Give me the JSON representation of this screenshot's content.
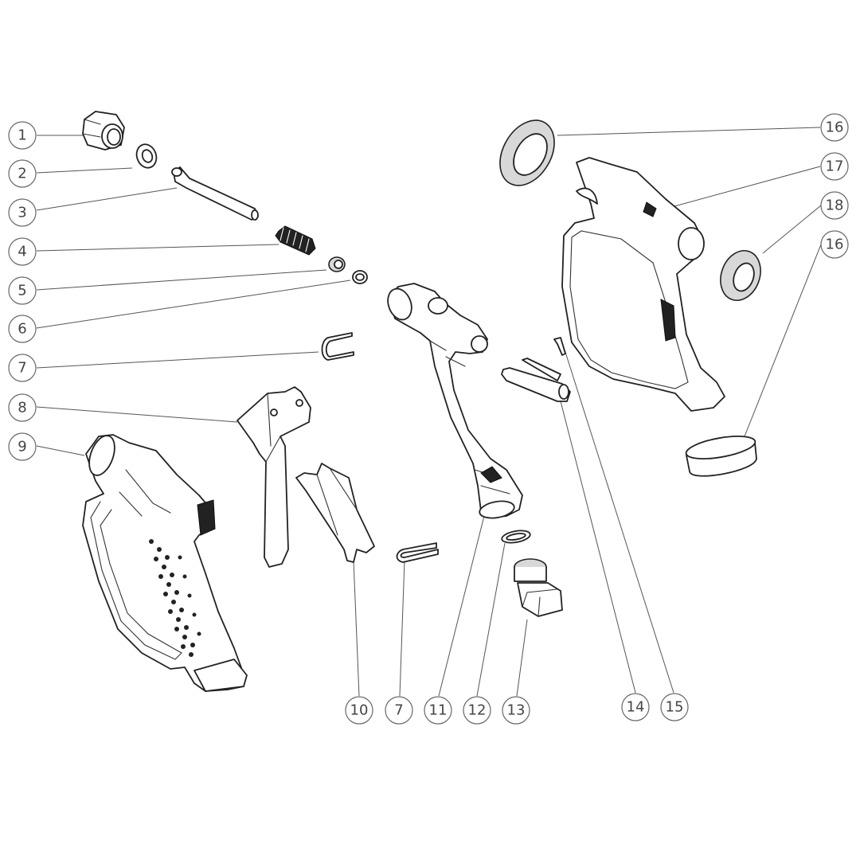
{
  "callouts": [
    {
      "id": "c1",
      "label": "1"
    },
    {
      "id": "c2",
      "label": "2"
    },
    {
      "id": "c3",
      "label": "3"
    },
    {
      "id": "c4",
      "label": "4"
    },
    {
      "id": "c5",
      "label": "5"
    },
    {
      "id": "c6",
      "label": "6"
    },
    {
      "id": "c7a",
      "label": "7"
    },
    {
      "id": "c8",
      "label": "8"
    },
    {
      "id": "c9",
      "label": "9"
    },
    {
      "id": "c10",
      "label": "10"
    },
    {
      "id": "c7b",
      "label": "7"
    },
    {
      "id": "c11",
      "label": "11"
    },
    {
      "id": "c12",
      "label": "12"
    },
    {
      "id": "c13",
      "label": "13"
    },
    {
      "id": "c14",
      "label": "14"
    },
    {
      "id": "c15",
      "label": "15"
    },
    {
      "id": "c16a",
      "label": "16"
    },
    {
      "id": "c17",
      "label": "17"
    },
    {
      "id": "c18",
      "label": "18"
    },
    {
      "id": "c16b",
      "label": "16"
    }
  ]
}
